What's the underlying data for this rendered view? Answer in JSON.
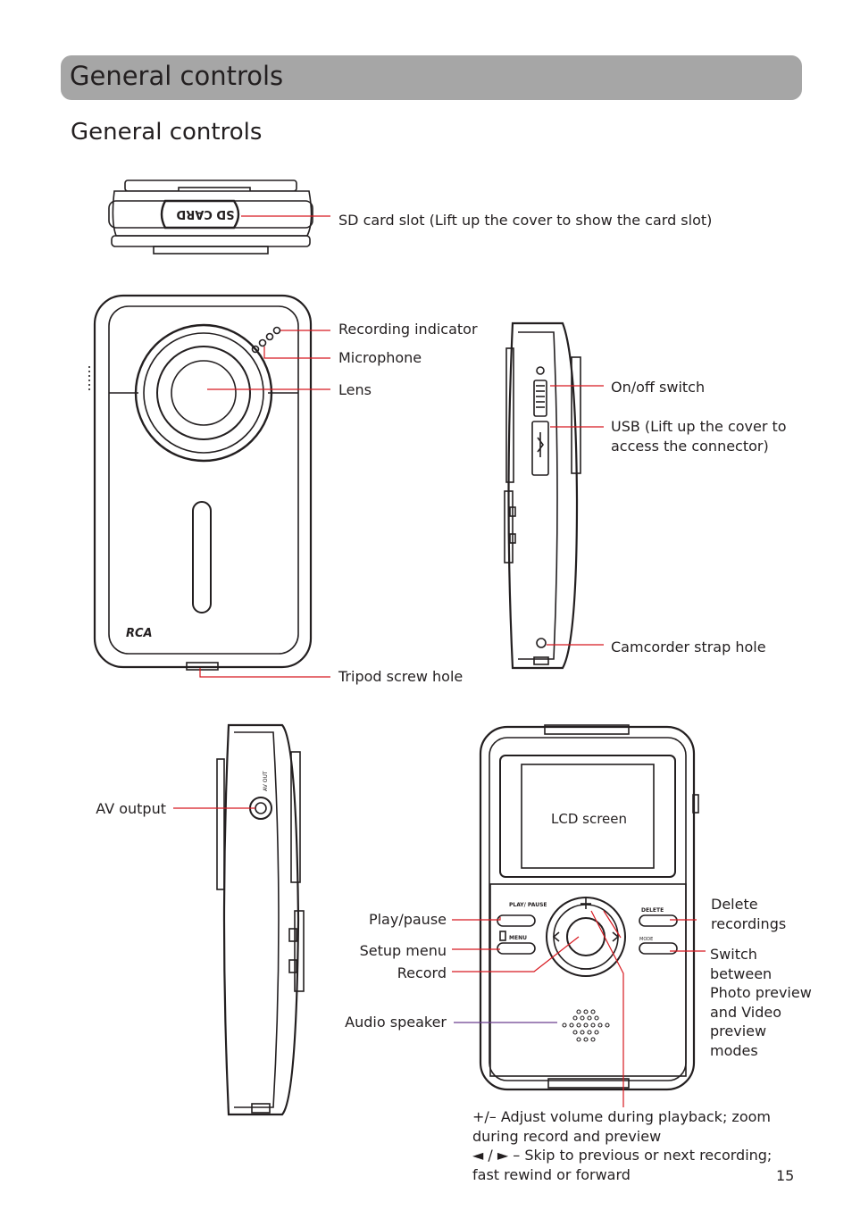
{
  "page": {
    "banner_title": "General controls",
    "section_title": "General controls",
    "page_number": "15"
  },
  "device": {
    "brand": "RCA",
    "sd_card_print": "SD CARD",
    "av_out_print": "AV OUT",
    "btn_play_pause": "PLAY/ PAUSE",
    "btn_menu": "MENU",
    "btn_delete": "DELETE",
    "btn_mode": "MODE",
    "lcd_label": "LCD screen"
  },
  "callouts": {
    "sd_card_slot": "SD card slot (Lift up the cover to show the card slot)",
    "recording_indicator": "Recording indicator",
    "microphone": "Microphone",
    "lens": "Lens",
    "on_off_switch": "On/off switch",
    "usb": "USB (Lift up the cover to access the connector)",
    "camcorder_strap_hole": "Camcorder strap hole",
    "tripod_screw_hole": "Tripod screw hole",
    "av_output": "AV output",
    "play_pause": "Play/pause",
    "setup_menu": "Setup menu",
    "record": "Record",
    "audio_speaker": "Audio speaker",
    "delete_recordings": "Delete recordings",
    "switch_modes": "Switch between Photo preview and Video preview modes",
    "volume_line": "+/–  Adjust volume during playback; zoom during record and preview",
    "skip_line": "◄ / ► – Skip to previous or next recording; fast rewind or forward"
  },
  "colors": {
    "banner": "#a6a6a6",
    "leader_red": "#d71920",
    "leader_purple": "#6a3d8f",
    "ink": "#231f20"
  }
}
